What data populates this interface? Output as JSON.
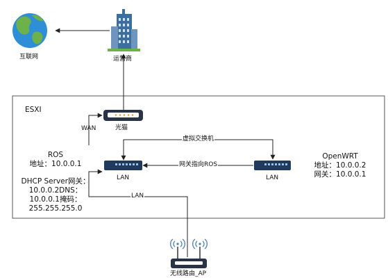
{
  "colors": {
    "box_border": "#555555",
    "line": "#222222",
    "switch_fill": "#1f3a5c",
    "globe_ocean": "#2f8fd6",
    "globe_land": "#6cb14a",
    "building": "#3d6f9e",
    "modem_body": "#2a3346",
    "modem_led": "#e7a23a",
    "ap_body": "#2a3346",
    "signal": "#4a7fc0"
  },
  "nodes": {
    "internet": {
      "label": "互联网",
      "icon": "globe-icon"
    },
    "isp": {
      "label": "运营商",
      "icon": "building-icon"
    },
    "modem": {
      "label": "光猫",
      "icon": "optical-modem-icon"
    },
    "ros_switch": {
      "label": "LAN",
      "icon": "switch-icon"
    },
    "openwrt_switch": {
      "label": "LAN",
      "icon": "switch-icon"
    },
    "ap": {
      "label": "无线路由_AP",
      "icon": "wireless-router-icon"
    }
  },
  "esxi": {
    "title": "ESXI"
  },
  "ros": {
    "name": "ROS",
    "address": "地址：10.0.0.1",
    "dhcp_lines": [
      "DHCP Server网关：",
      "10.0.0.2DNS：",
      "10.0.0.1掩码：",
      "255.255.255.0"
    ]
  },
  "openwrt": {
    "name": "OpenWRT",
    "address": "地址：10.0.0.2",
    "gateway": "网关：10.0.0.1"
  },
  "edges": {
    "wan": "WAN",
    "vswitch": "虚拟交换机",
    "gateway_to_ros": "网关指向ROS",
    "ap_lan": "LAN"
  }
}
